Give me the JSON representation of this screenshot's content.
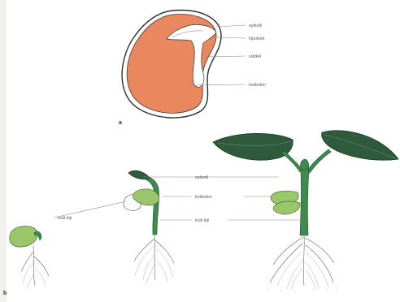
{
  "figure": {
    "seed_section": {
      "fig_label": "a",
      "labels": {
        "epicotyl": "epikotil",
        "hypocotyl": "hipokotil",
        "radicle": "radikel",
        "cotyledon": "kotiledon"
      }
    },
    "germination": {
      "fig_label": "b",
      "labels": {
        "epicotyl": "epikotil",
        "cotyledon": "kotiledon",
        "seed_coat_stage2": "kulit biji",
        "seed_coat_stage3": "kulit biji"
      }
    }
  },
  "colors": {
    "cotyledon_cut": "#e9875e",
    "young_leaf": "#9bc76b",
    "mature_leaf": "#2f5a3c",
    "stem": "#3f8a4e"
  }
}
